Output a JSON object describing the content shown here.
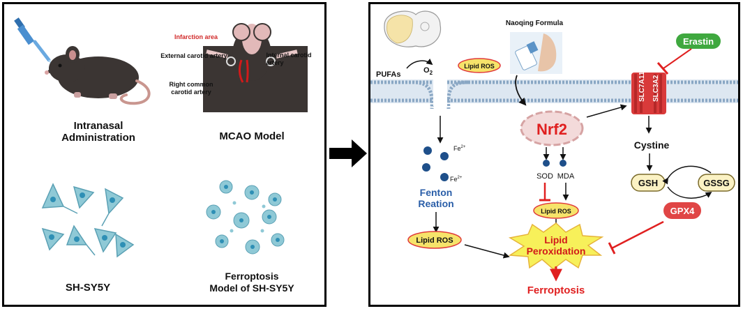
{
  "left": {
    "mcao_labels": {
      "infarction": "Infarction area",
      "external": "External carotid artery",
      "internal_1": "Internal carotid",
      "internal_2": "artery",
      "right_common_1": "Right common",
      "right_common_2": "carotid artery"
    },
    "captions": {
      "intranasal_1": "Intranasal",
      "intranasal_2": "Administration",
      "mcao": "MCAO Model",
      "shsy5y": "SH-SY5Y",
      "ferroptosis_model_1": "Ferroptosis",
      "ferroptosis_model_2": "Model of SH-SY5Y"
    }
  },
  "right": {
    "naoqing": "Naoqing Formula",
    "erastin": "Erastin",
    "pufas": "PUFAs",
    "o2": "O",
    "o2_sub": "2",
    "lipid_ros": "Lipid ROS",
    "fe": "Fe",
    "fe_sup": "2+",
    "fenton_1": "Fenton",
    "fenton_2": "Reation",
    "nrf2": "Nrf2",
    "sod": "SOD",
    "mda": "MDA",
    "slc7a11": "SLC7A11",
    "slc3a2": "SLC3A2",
    "cystine": "Cystine",
    "gsh": "GSH",
    "gssg": "GSSG",
    "gpx4": "GPX4",
    "lipid_peroxidation_1": "Lipid",
    "lipid_peroxidation_2": "Peroxidation",
    "ferroptosis": "Ferroptosis"
  },
  "colors": {
    "mouse": "#3b3533",
    "cell": "#8fc9d6",
    "nucleus": "#2e8fb5",
    "membrane": "#8aa7c4",
    "inhibit": "#e02020",
    "lipid_ros_fill": "#f6e36a",
    "lipid_ros_stroke": "#e03a3a",
    "nrf2_fill": "#f3dada",
    "erastin_fill": "#3fa83f",
    "gpx4_fill": "#e04545",
    "gsh_fill": "#fbf2c4",
    "burst_fill": "#f7f05a",
    "fe_ball": "#1e4f8a",
    "fenton_text": "#2a5ea8",
    "ferroptosis_text": "#e02020"
  }
}
